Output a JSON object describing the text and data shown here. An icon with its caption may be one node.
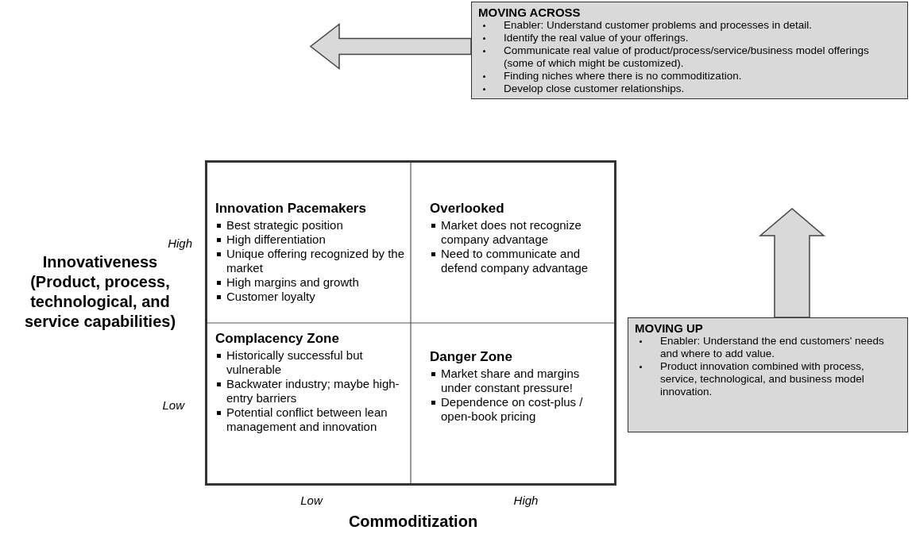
{
  "diagram": {
    "nodes": [
      {
        "text": [],
        "shape": "box"
      },
      {
        "text": [
          "Innovation Pacemakers",
          "Best strategic position",
          "High differentiation",
          "Unique offering recognized by the market",
          "High margins and growth",
          "Customer loyalty"
        ],
        "in": 0
      },
      {
        "text": [
          "Overlooked",
          "Market does not recognize company advantage",
          "Need to communicate and defend company advantage"
        ],
        "in": 0
      },
      {
        "text": [
          "Complacency Zone",
          "Historically successful but vulnerable",
          "Backwater industry; maybe high-entry barriers",
          "Potential conflict between lean management and innovation"
        ],
        "in": 0
      },
      {
        "text": [
          "Danger Zone",
          "Market share and margins under constant pressure!",
          "Dependence on cost-plus / open-book pricing"
        ],
        "in": 0
      },
      {
        "text": [
          "MOVING ACROSS",
          "Enabler: Understand customer problems and processes in detail.",
          "Identify the real value of your offerings.",
          "Communicate real value of product/process/service/business model offerings (some of which might be customized).",
          "Finding niches where there is no commoditization.",
          "Develop close customer relationships."
        ]
      },
      {
        "text": [
          "MOVING UP",
          "Enabler: Understand the end customers' needs and where to add value.",
          "Product innovation combined with process, service, technological, and business model innovation."
        ]
      }
    ],
    "edges": [
      {
        "from": 5,
        "to": null,
        "arrow": "to"
      },
      {
        "from": 6,
        "to": null,
        "arrow": "to"
      }
    ],
    "labels": [
      "High",
      "Innovativeness (Product, process, technological, and service capabilities)",
      "Low",
      "Low",
      "High",
      "Commoditization"
    ]
  }
}
